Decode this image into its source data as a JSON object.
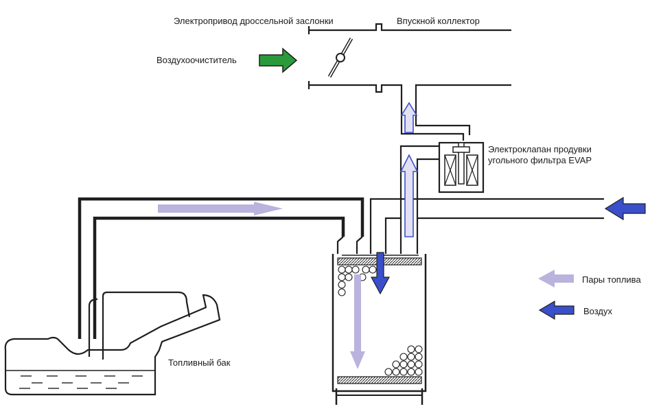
{
  "labels": {
    "throttle_actuator": "Электропривод дроссельной заслонки",
    "intake_manifold": "Впускной коллектор",
    "air_cleaner": "Воздухоочиститель",
    "purge_valve_line1": "Электроклапан продувки",
    "purge_valve_line2": "угольного фильтра EVAP",
    "fuel_tank": "Топливный бак"
  },
  "legend": {
    "fuel_vapor": "Пары топлива",
    "air": "Воздух"
  },
  "colors": {
    "vapor_arrow": "#b9b3dd",
    "air_arrow": "#3a4fc9",
    "air_cleaner_arrow": "#2a9a3a",
    "line": "#1e1e1e"
  }
}
